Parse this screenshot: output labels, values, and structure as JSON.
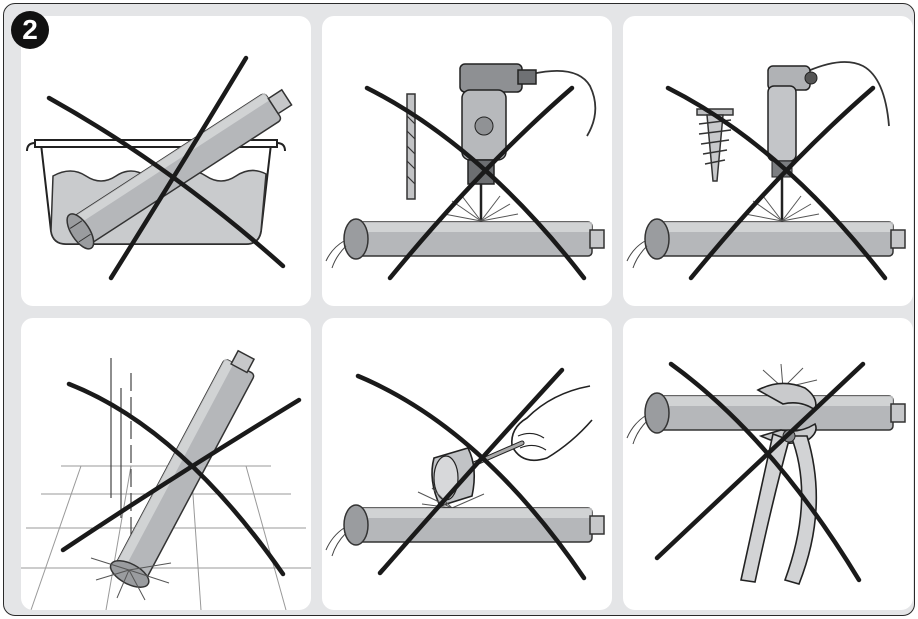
{
  "figure": {
    "step_number": "2",
    "colors": {
      "background": "#e4e5e7",
      "panel": "#ffffff",
      "cross": "#1a1a1a",
      "motor": "#b5b7ba",
      "water": "#c9cbcd"
    },
    "panels": [
      {
        "scene": "motor-submerged-in-water",
        "prohibited": true
      },
      {
        "scene": "drilling-into-motor",
        "prohibited": true
      },
      {
        "scene": "screwing-into-motor",
        "prohibited": true
      },
      {
        "scene": "dropping-motor",
        "prohibited": true
      },
      {
        "scene": "hammering-motor",
        "prohibited": true
      },
      {
        "scene": "crushing-motor-with-pliers",
        "prohibited": true
      }
    ]
  }
}
